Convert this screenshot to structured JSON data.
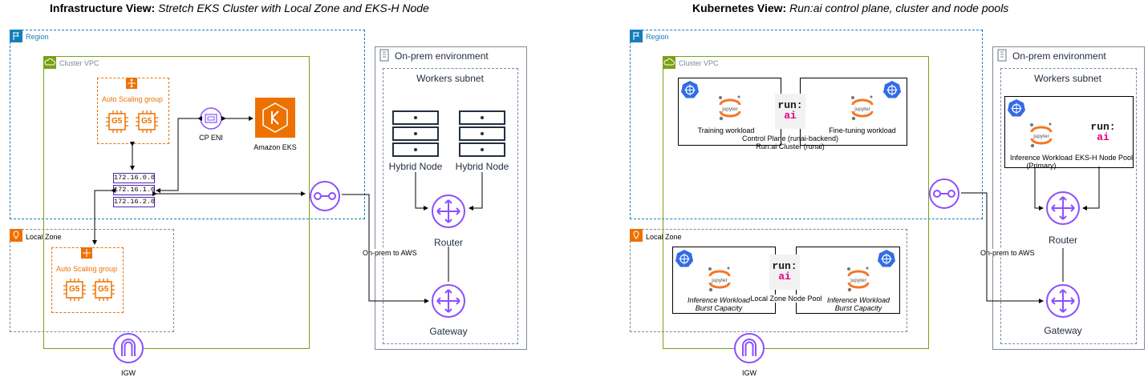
{
  "left": {
    "title_bold": "Infrastructure View:",
    "title_italic": "Stretch EKS Cluster with Local Zone and EKS-H Node",
    "region_label": "Region",
    "vpc_label": "Cluster VPC",
    "asg_label": "Auto Scaling group",
    "instance_label": "G5",
    "cp_eni_label": "CP ENI",
    "eks_label": "Amazon EKS",
    "subnets": [
      "172.16.0.0",
      "172.16.1.0",
      "172.16.2.0"
    ],
    "local_zone_label": "Local Zone",
    "lz_asg_label": "Auto Scaling group",
    "igw_label": "IGW",
    "onprem_label": "On-prem environment",
    "workers_subnet_label": "Workers subnet",
    "hybrid_node_1": "Hybrid Node",
    "hybrid_node_2": "Hybrid Node",
    "router_label": "Router",
    "gateway_label": "Gateway",
    "onprem_to_aws": "On-prem to AWS"
  },
  "right": {
    "title_bold": "Kubernetes View:",
    "title_italic": "Run:ai control plane, cluster and node pools",
    "region_label": "Region",
    "vpc_label": "Cluster VPC",
    "training_label": "Training workload",
    "finetuning_label": "Fine-tuning workload",
    "control_plane_line1": "Control Plane (runai-backend)",
    "control_plane_line2": "Run:ai Cluster (runai)",
    "local_zone_label": "Local Zone",
    "lz_inference_left_1": "Inference Workload",
    "lz_inference_left_2": "Burst Capacity",
    "lz_nodepool_label": "Local Zone Node Pool",
    "lz_inference_right_1": "Inference Workload",
    "lz_inference_right_2": "Burst Capacity",
    "igw_label": "IGW",
    "onprem_label": "On-prem environment",
    "workers_subnet_label": "Workers subnet",
    "inference_primary_1": "Inference Workload",
    "inference_primary_2": "(Primary)",
    "ehsh_nodepool_label": "EKS-H Node Pool",
    "router_label": "Router",
    "gateway_label": "Gateway",
    "onprem_to_aws": "On-prem to AWS"
  },
  "logos": {
    "jupyter": "jupyter",
    "runai_line1": "run:",
    "runai_line2": "ai"
  },
  "colors": {
    "region": "#147eba",
    "vpc": "#7aa116",
    "orange": "#ed7100",
    "purple": "#8c4fff",
    "k8s_blue": "#326ce5",
    "runai_pink": "#e6007e"
  }
}
